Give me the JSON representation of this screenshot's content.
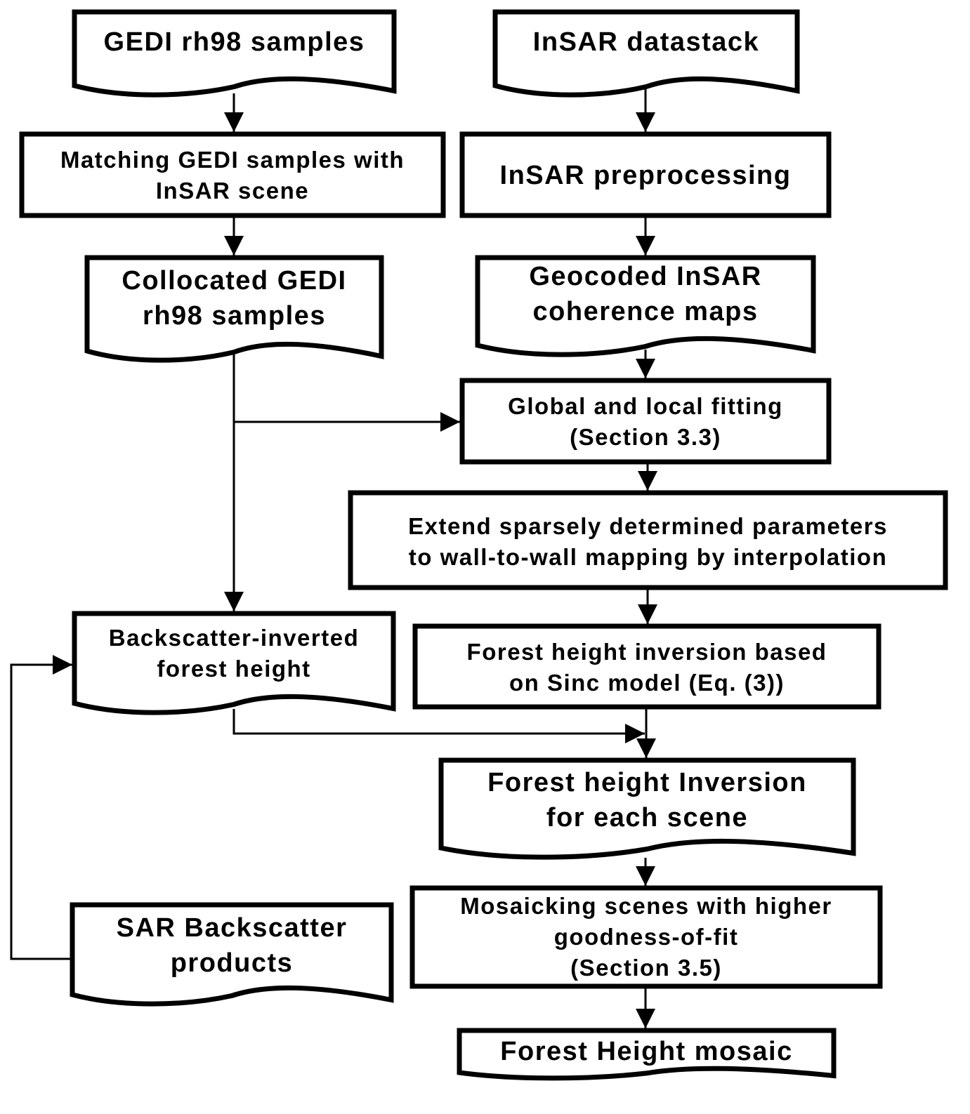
{
  "diagram": {
    "type": "flowchart",
    "colors": {
      "stroke": "#000000",
      "fill": "#ffffff",
      "text": "#000000"
    },
    "nodes": [
      {
        "id": "gedi",
        "shape": "document",
        "lines": [
          "GEDI rh98 samples"
        ]
      },
      {
        "id": "match",
        "shape": "process",
        "lines": [
          "Matching GEDI samples with",
          "InSAR scene"
        ]
      },
      {
        "id": "collocated",
        "shape": "document",
        "lines": [
          "Collocated GEDI",
          "rh98 samples"
        ]
      },
      {
        "id": "insar",
        "shape": "document",
        "lines": [
          "InSAR datastack"
        ]
      },
      {
        "id": "preproc",
        "shape": "process",
        "lines": [
          "InSAR preprocessing"
        ]
      },
      {
        "id": "geocoded",
        "shape": "document",
        "lines": [
          "Geocoded InSAR",
          "coherence maps"
        ]
      },
      {
        "id": "fitting",
        "shape": "process",
        "lines": [
          "Global and local fitting",
          "(Section 3.3)"
        ]
      },
      {
        "id": "extend",
        "shape": "process",
        "lines": [
          "Extend sparsely determined parameters",
          "to wall-to-wall mapping by interpolation"
        ]
      },
      {
        "id": "sinc",
        "shape": "process",
        "lines": [
          "Forest height inversion based",
          "on Sinc model (Eq. (3))"
        ]
      },
      {
        "id": "backscatter_inv",
        "shape": "document",
        "lines": [
          "Backscatter-inverted",
          "forest height"
        ]
      },
      {
        "id": "sar",
        "shape": "document",
        "lines": [
          "SAR Backscatter",
          "products"
        ]
      },
      {
        "id": "scene_inv",
        "shape": "document",
        "lines": [
          "Forest height Inversion",
          "for each scene"
        ]
      },
      {
        "id": "mosaicking",
        "shape": "process",
        "lines": [
          "Mosaicking scenes with higher",
          "goodness-of-fit",
          "(Section 3.5)"
        ]
      },
      {
        "id": "mosaic",
        "shape": "document",
        "lines": [
          "Forest Height mosaic"
        ]
      }
    ],
    "edges": [
      {
        "from": "gedi",
        "to": "match"
      },
      {
        "from": "match",
        "to": "collocated"
      },
      {
        "from": "insar",
        "to": "preproc"
      },
      {
        "from": "preproc",
        "to": "geocoded"
      },
      {
        "from": "geocoded",
        "to": "fitting"
      },
      {
        "from": "collocated",
        "to": "fitting"
      },
      {
        "from": "collocated",
        "to": "backscatter_inv"
      },
      {
        "from": "fitting",
        "to": "extend"
      },
      {
        "from": "extend",
        "to": "sinc"
      },
      {
        "from": "sinc",
        "to": "scene_inv"
      },
      {
        "from": "backscatter_inv",
        "to": "scene_inv"
      },
      {
        "from": "sar",
        "to": "backscatter_inv"
      },
      {
        "from": "scene_inv",
        "to": "mosaicking"
      },
      {
        "from": "mosaicking",
        "to": "mosaic"
      }
    ]
  }
}
